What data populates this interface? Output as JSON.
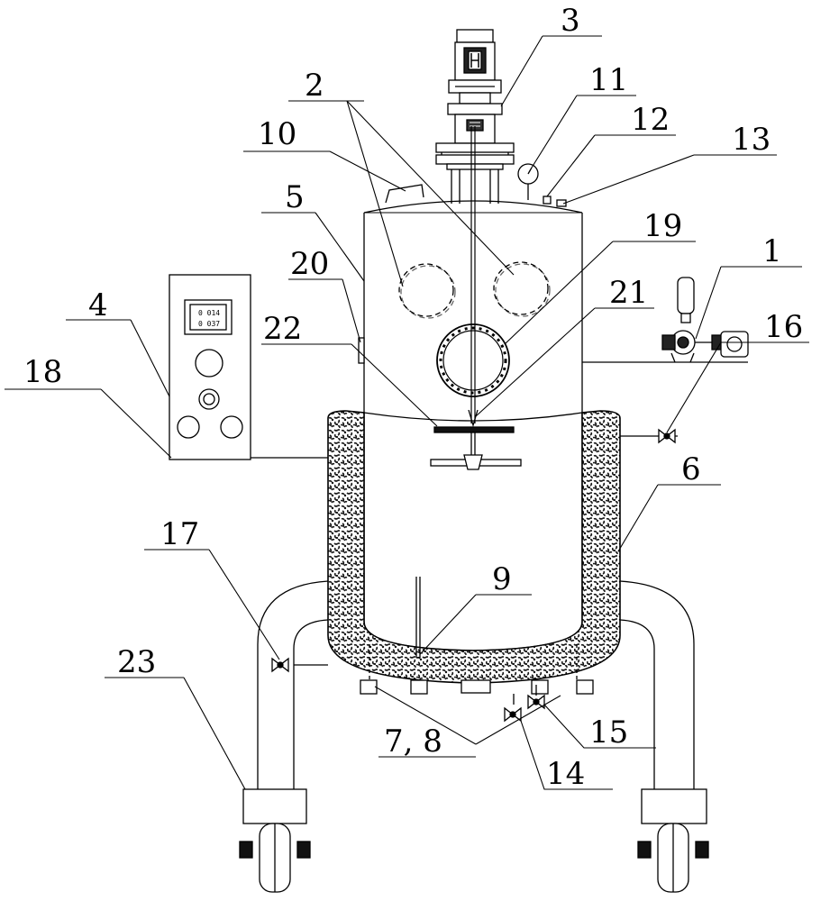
{
  "figure": {
    "display_readings": [
      "0 014",
      "0 037"
    ],
    "callouts": {
      "n1": "1",
      "n2": "2",
      "n3": "3",
      "n4": "4",
      "n5": "5",
      "n6": "6",
      "n78": "7, 8",
      "n9": "9",
      "n10": "10",
      "n11": "11",
      "n12": "12",
      "n13": "13",
      "n14": "14",
      "n15": "15",
      "n16": "16",
      "n17": "17",
      "n18": "18",
      "n19": "19",
      "n20": "20",
      "n21": "21",
      "n22": "22",
      "n23": "23"
    }
  },
  "colors": {
    "line": "#000000",
    "insulation_fill": "#2a2a2a",
    "background": "#ffffff"
  }
}
